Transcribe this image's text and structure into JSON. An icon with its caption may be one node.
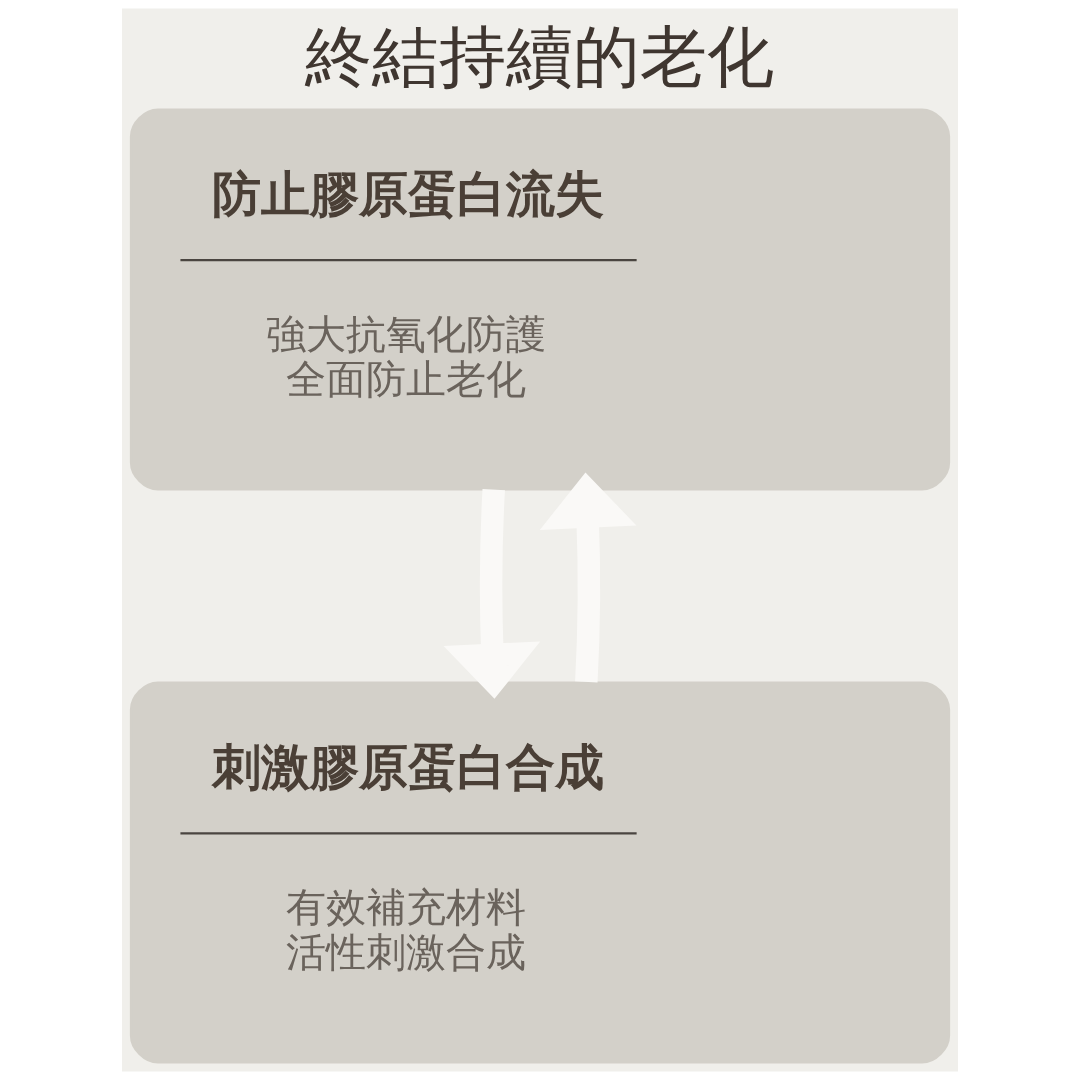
{
  "diagram": {
    "title": "終結持續的老化",
    "nodes": [
      {
        "text": [
          "防止膠原蛋白流失",
          "強大抗氧化防護全面防止老化"
        ]
      },
      {
        "text": [
          "刺激膠原蛋白合成",
          "有效補充材料活性刺激合成"
        ]
      }
    ],
    "edges": [
      {
        "from": 0,
        "to": 1,
        "arrow": "to"
      },
      {
        "from": 1,
        "to": 0,
        "arrow": "to"
      }
    ]
  }
}
